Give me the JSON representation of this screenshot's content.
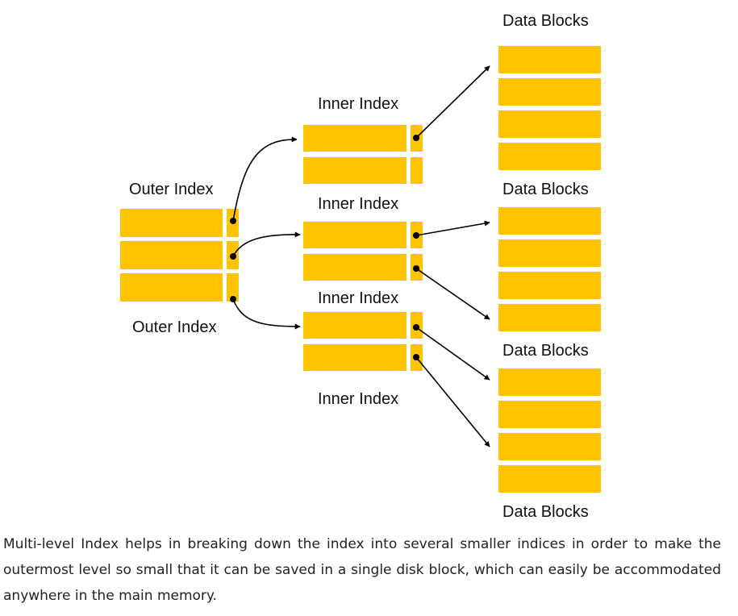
{
  "diagram": {
    "labels": {
      "outer_index_top": "Outer Index",
      "outer_index_bottom": "Outer Index",
      "inner_index_1": "Inner Index",
      "inner_index_2": "Inner Index",
      "inner_index_3": "Inner Index",
      "inner_index_4": "Inner Index",
      "data_blocks_1": "Data Blocks",
      "data_blocks_2": "Data Blocks",
      "data_blocks_3": "Data Blocks",
      "data_blocks_4": "Data Blocks"
    },
    "colors": {
      "block_fill": "#FFC300",
      "arrow": "#000000"
    }
  },
  "caption": "Multi-level Index helps in breaking down the index into several smaller indices in order to make the outermost level so small that it can be saved in a single disk block, which can easily be accommodated anywhere in the main memory."
}
